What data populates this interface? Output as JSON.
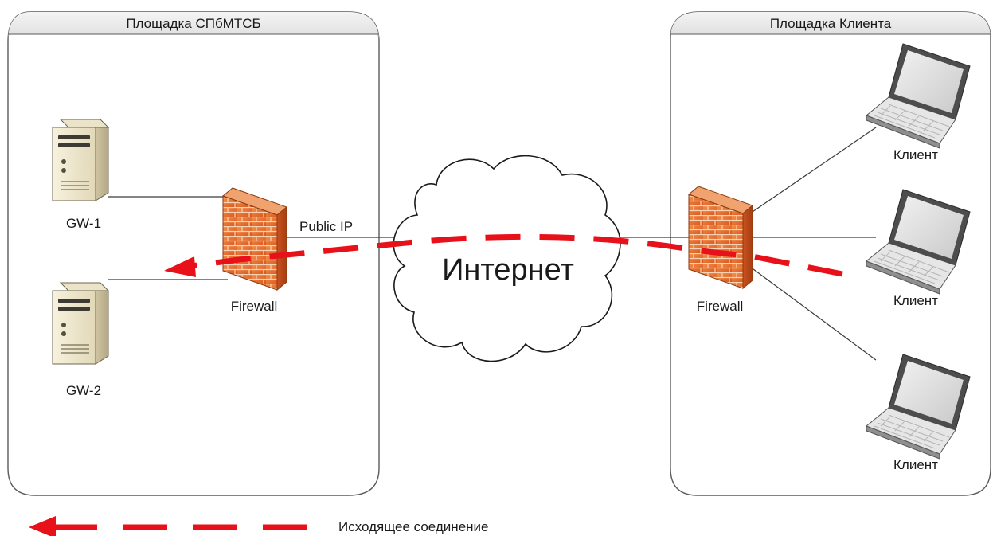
{
  "zones": {
    "left_title": "Площадка СПбМТСБ",
    "right_title": "Площадка Клиента"
  },
  "servers": [
    {
      "label": "GW-1",
      "icon": "server-tower-icon"
    },
    {
      "label": "GW-2",
      "icon": "server-tower-icon"
    }
  ],
  "firewalls": {
    "left_label": "Firewall",
    "right_label": "Firewall",
    "icon": "firewall-brick-wall-icon",
    "public_ip_label": "Public IP"
  },
  "cloud": {
    "label": "Интернет",
    "icon": "internet-cloud-icon"
  },
  "clients": [
    {
      "label": "Клиент",
      "icon": "laptop-icon"
    },
    {
      "label": "Клиент",
      "icon": "laptop-icon"
    },
    {
      "label": "Клиент",
      "icon": "laptop-icon"
    }
  ],
  "legend": {
    "label": "Исходящее соединение"
  },
  "colors": {
    "connection": "#e8111a",
    "firewall_brick": "#e8742f",
    "zone_header": "#e9e9e9",
    "zone_border": "#5a5a5a"
  }
}
